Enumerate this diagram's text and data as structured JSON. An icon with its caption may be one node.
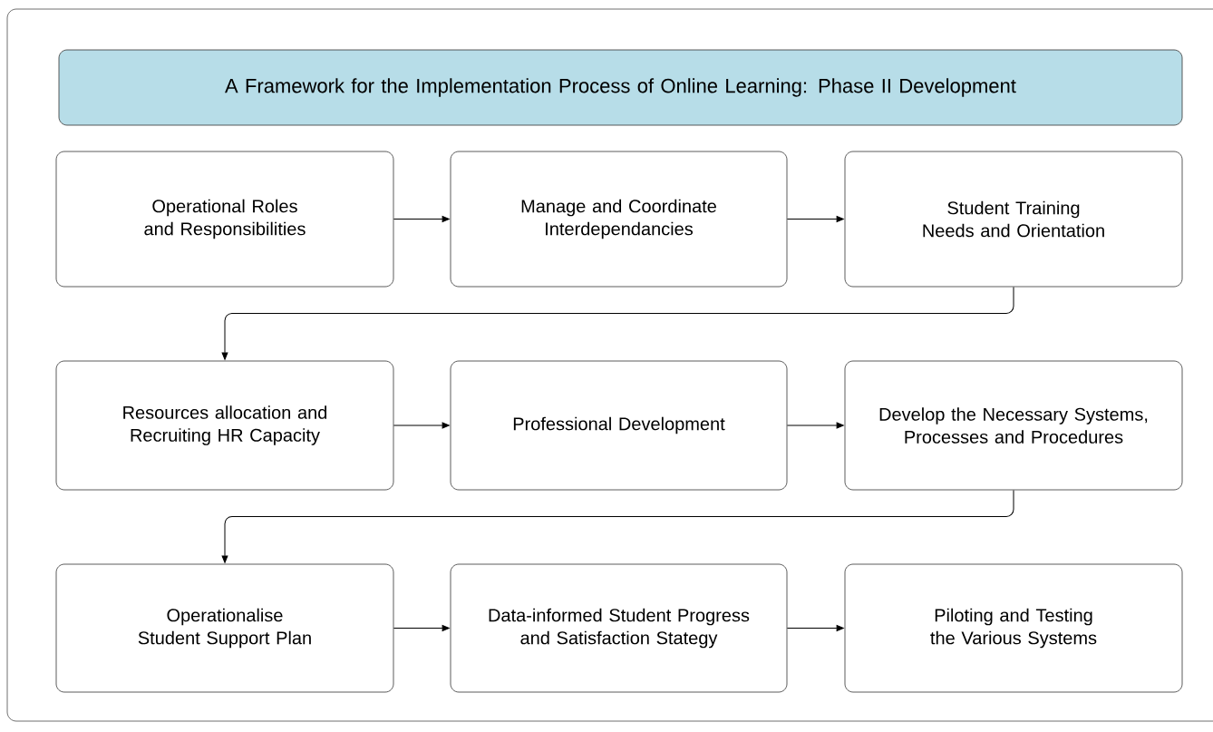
{
  "diagram": {
    "nodes": [
      {
        "text": [
          "A Framework for the Implementation Process of Online Learning: Phase II Development"
        ]
      },
      {
        "text": [
          "Operational Roles and Responsibilities"
        ]
      },
      {
        "text": [
          "Manage and Coordinate Interdependancies"
        ]
      },
      {
        "text": [
          "Student Training Needs and Orientation"
        ]
      },
      {
        "text": [
          "Resources allocation and Recruiting HR Capacity"
        ]
      },
      {
        "text": [
          "Professional Development"
        ]
      },
      {
        "text": [
          "Develop the Necessary Systems, Processes and Procedures"
        ]
      },
      {
        "text": [
          "Operationalise Student Support Plan"
        ]
      },
      {
        "text": [
          "Data-informed Student Progress and Satisfaction Stategy"
        ]
      },
      {
        "text": [
          "Piloting and Testing the Various Systems"
        ]
      }
    ],
    "edges": [
      {
        "from": 1,
        "to": 2,
        "arrow": "to"
      },
      {
        "from": 2,
        "to": 3,
        "arrow": "to"
      },
      {
        "from": 3,
        "to": 4,
        "arrow": "to"
      },
      {
        "from": 4,
        "to": 5,
        "arrow": "to"
      },
      {
        "from": 5,
        "to": 6,
        "arrow": "to"
      },
      {
        "from": 6,
        "to": 7,
        "arrow": "to"
      },
      {
        "from": 7,
        "to": 8,
        "arrow": "to"
      },
      {
        "from": 8,
        "to": 9,
        "arrow": "to"
      }
    ]
  }
}
